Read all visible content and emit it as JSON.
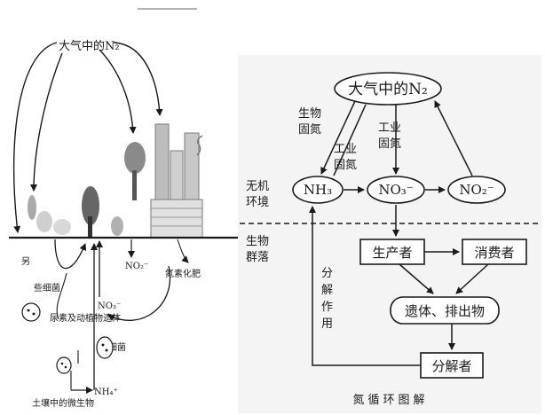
{
  "left_panel": {
    "atmosphere_n2": "大气中的N₂",
    "bacteria_left": "另",
    "some_bacteria": "些细菌",
    "no2_ground": "NO₂⁻",
    "no3": "NO₃⁻",
    "decomposition": "尿素及动植物遗体",
    "bacteria_middle": "细菌",
    "nh4": "NH₄⁺",
    "soil_microbes": "土壤中的微生物",
    "fertilizer": "氮素化肥"
  },
  "right_panel": {
    "atmosphere_n2": "大气中的N₂",
    "bio_fixation_1": "生物",
    "bio_fixation_2": "固氮",
    "industrial_left_1": "工业",
    "industrial_left_2": "固氮",
    "industrial_top_1": "工业",
    "industrial_top_2": "固氮",
    "inorganic_1": "无机",
    "inorganic_2": "环境",
    "nh3": "NH₃",
    "no3": "NO₃⁻",
    "no2": "NO₂⁻",
    "community_1": "生物",
    "community_2": "群落",
    "producer": "生产者",
    "consumer": "消费者",
    "remains": "遗体、排出物",
    "decomposer": "分解者",
    "decomposition_1": "分",
    "decomposition_2": "解",
    "decomposition_3": "作",
    "decomposition_4": "用",
    "caption": "氮循环图解"
  }
}
